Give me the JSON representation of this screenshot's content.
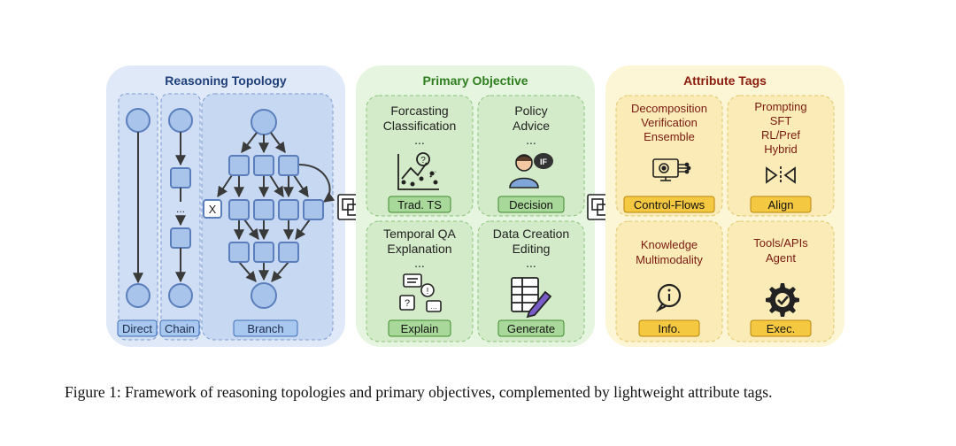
{
  "panels": {
    "topology": {
      "title": "Reasoning Topology",
      "labels": [
        "Direct",
        "Chain",
        "Branch"
      ],
      "ellipsis": "...",
      "x_mark": "X"
    },
    "objective": {
      "title": "Primary Objective",
      "cells": [
        {
          "lines": [
            "Forcasting",
            "Classification",
            "..."
          ],
          "tag": "Trad. TS"
        },
        {
          "lines": [
            "Policy",
            "Advice",
            "..."
          ],
          "tag": "Decision"
        },
        {
          "lines": [
            "Temporal QA",
            "Explanation",
            "..."
          ],
          "tag": "Explain"
        },
        {
          "lines": [
            "Data Creation",
            "Editing",
            "..."
          ],
          "tag": "Generate"
        }
      ]
    },
    "attributes": {
      "title": "Attribute Tags",
      "cells": [
        {
          "lines": [
            "Decomposition",
            "Verification",
            "Ensemble"
          ],
          "tag": "Control-Flows"
        },
        {
          "lines": [
            "Prompting",
            "SFT",
            "RL/Pref",
            "Hybrid"
          ],
          "tag": "Align"
        },
        {
          "lines": [
            "Knowledge",
            "Multimodality"
          ],
          "tag": "Info."
        },
        {
          "lines": [
            "Tools/APIs",
            "Agent"
          ],
          "tag": "Exec."
        }
      ]
    }
  },
  "colors": {
    "topology_bg": "#dfe9f8",
    "topology_title": "#1f3f7a",
    "objective_bg": "#e6f5e0",
    "objective_title": "#2e7d1e",
    "attributes_bg": "#fcf5d6",
    "attributes_title": "#8a1c0e",
    "node_fill": "#a9c4ea",
    "node_stroke": "#5b7fbd"
  },
  "icons": [
    "trend-chart-icon",
    "user-decision-icon",
    "chat-explain-icon",
    "table-edit-icon",
    "control-flow-gear-icon",
    "align-icon",
    "info-icon",
    "exec-gear-icon",
    "combine-icon"
  ],
  "caption": "Figure 1: Framework of reasoning topologies and primary objectives, complemented by lightweight attribute tags."
}
